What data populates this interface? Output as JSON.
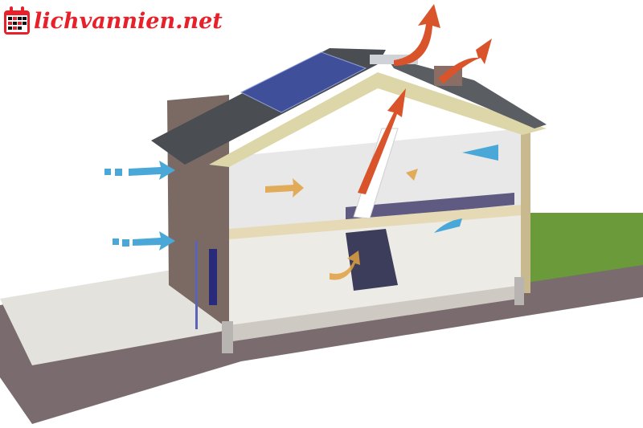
{
  "logo": {
    "text": "lichvannien.net",
    "icon": "calendar-icon",
    "color": "#e8202a"
  },
  "illustration": {
    "subject": "house cross-section showing natural ventilation airflow",
    "elements": {
      "roof": "pitched tile roof with solar panels",
      "warm_air_arrows": {
        "color": "#d9532b",
        "count": 3,
        "direction": "rising out through roof ridge"
      },
      "cool_air_arrows": {
        "color": "#4aa8d8",
        "count": 4,
        "direction": "entering through windows"
      },
      "interior_arrows": {
        "color": "#e0a040",
        "direction": "circulating between rooms and stairwell"
      },
      "lawn": {
        "color": "#6a9a3a"
      },
      "paving": {
        "color": "#e4e2dc"
      },
      "ground_section": {
        "color": "#7a6b6e"
      }
    }
  }
}
